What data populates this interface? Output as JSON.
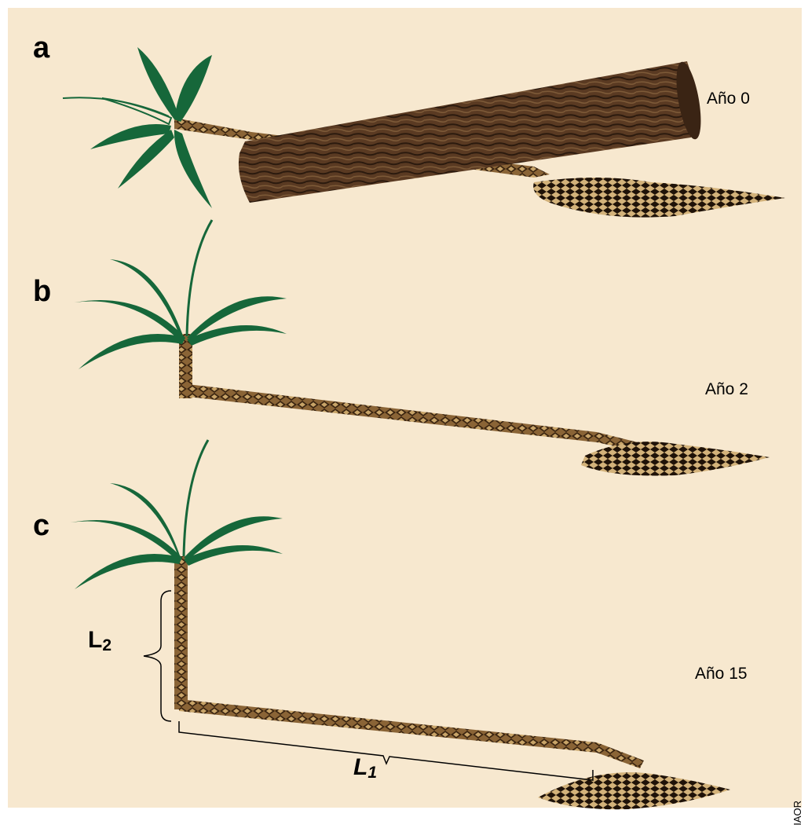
{
  "panels": [
    {
      "letter": "a",
      "year_label": "Año 0"
    },
    {
      "letter": "b",
      "year_label": "Año 2"
    },
    {
      "letter": "c",
      "year_label": "Año 15"
    }
  ],
  "dimensions": {
    "l1": {
      "base": "L",
      "sub": "1"
    },
    "l2": {
      "base": "L",
      "sub": "2"
    }
  },
  "credit": "IAOR",
  "colors": {
    "background": "#f7e8cf",
    "palm_green": "#16673a",
    "trunk_brown": "#5b3b1a",
    "log_brown": "#4b3222"
  }
}
